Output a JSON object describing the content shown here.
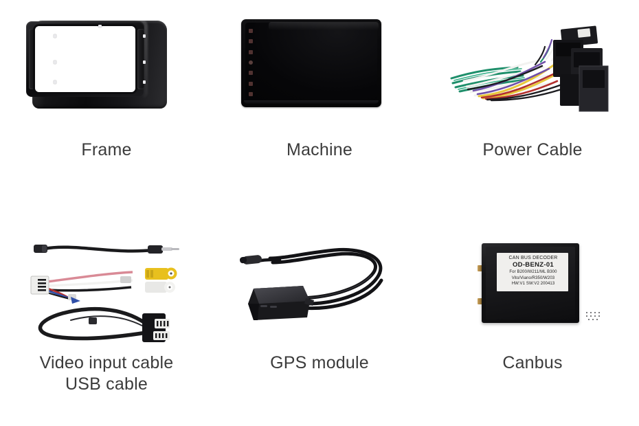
{
  "page": {
    "background_color": "#ffffff",
    "caption_color": "#3b3b3b",
    "layout": "3-column x 2-row product accessories grid"
  },
  "items": [
    {
      "id": "frame",
      "caption": "Frame",
      "icon": "car-radio-fascia-frame",
      "colors": {
        "body": "#0b0b0d",
        "highlight": "#3a3a3c"
      }
    },
    {
      "id": "machine",
      "caption": "Machine",
      "icon": "car-head-unit-screen",
      "colors": {
        "body": "#050506",
        "buttons": "#5e3b38"
      }
    },
    {
      "id": "power-cable",
      "caption": "Power Cable",
      "icon": "wiring-harness",
      "colors": {
        "green": "#1f8f6b",
        "white": "#f2f2f0",
        "yellow": "#e8c83c",
        "purple": "#6f4ea8",
        "red": "#b3312f",
        "connector": "#141416"
      }
    },
    {
      "id": "video-usb-cable",
      "caption": "Video input cable\nUSB cable",
      "caption_lines": [
        "Video input cable",
        "USB cable"
      ],
      "icon": "av-cable-bundle",
      "colors": {
        "rca_video": "#e8c01e",
        "rca_audio": "#e8e8e6",
        "pink_wire": "#d98a96",
        "cable": "#1a1a1c"
      }
    },
    {
      "id": "gps-module",
      "caption": "GPS module",
      "icon": "gps-antenna-puck",
      "colors": {
        "body": "#17171a",
        "cable": "#121214"
      }
    },
    {
      "id": "canbus",
      "caption": "Canbus",
      "icon": "canbus-decoder-box",
      "colors": {
        "body": "#0f0f11",
        "label": "#f0efed",
        "tab": "#c9a05a"
      },
      "label": {
        "line1": "CAN BUS DECODER",
        "line2": "OD-BENZ-01",
        "line3": "For B200/W211/ML B300",
        "line4": "Vito/Viano/R350/W203",
        "line5": "HW:V1  SW:V2  200413"
      }
    }
  ]
}
